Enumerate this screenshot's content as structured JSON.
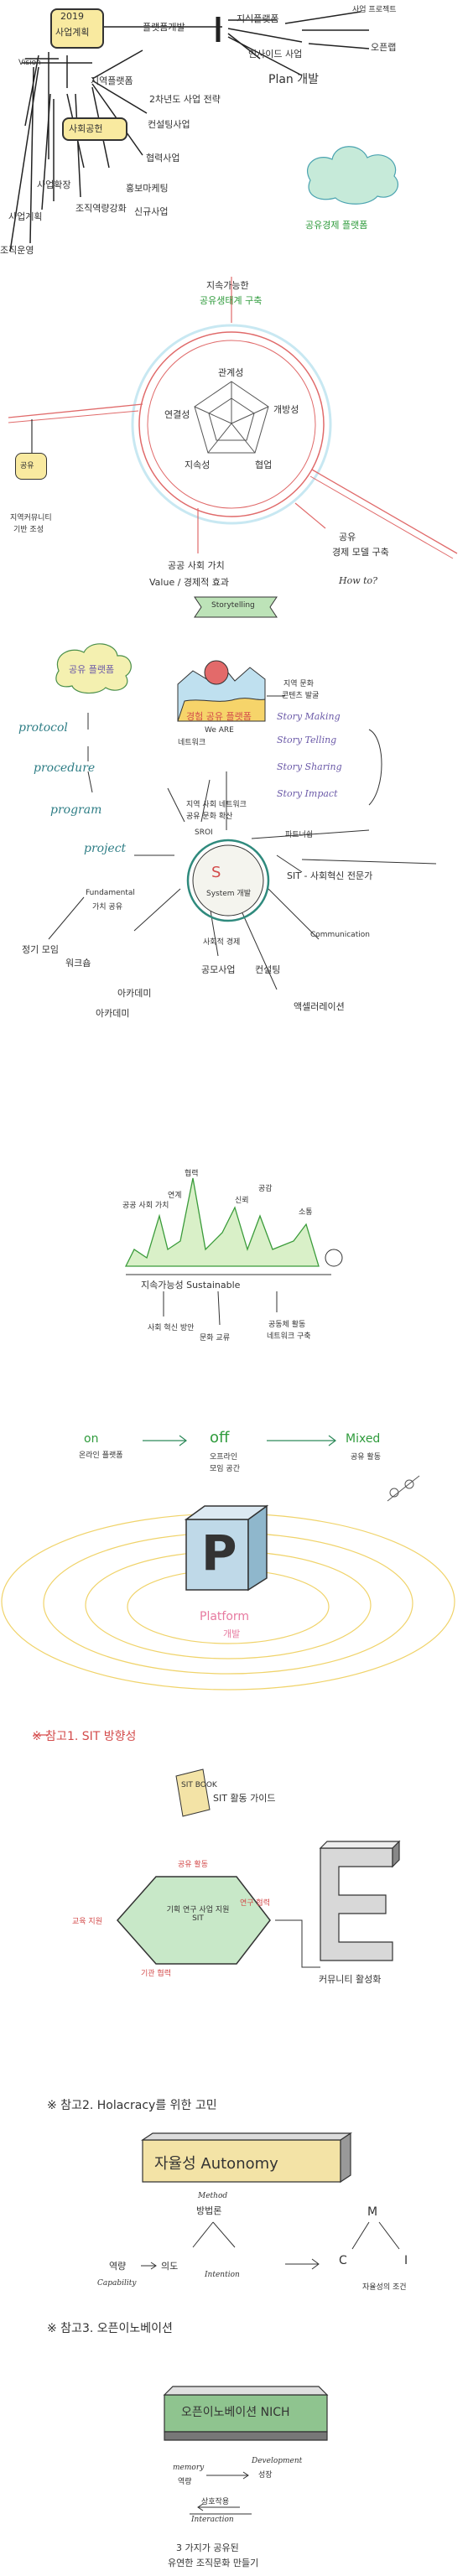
{
  "s1": {
    "center_year": "2019",
    "center_label": "사업계획",
    "right_node": "플랫폼개발",
    "right_items": [
      "지식플랫폼",
      "인사이드 사업",
      "Plan 개발"
    ],
    "far_right_top": "사업 프로젝트",
    "far_right_mid": "오픈랩",
    "left_top": "Vision",
    "left_side": [
      "사업계획",
      "조직운영"
    ],
    "branch_left": "지역플랫폼",
    "sub_node": "사회공헌",
    "sub_right": [
      "2차년도 사업 전략",
      "컨설팅사업",
      "협력사업",
      "홍보마케팅"
    ],
    "sub_bottom": [
      "사업확장",
      "조직역량강화",
      "신규사업"
    ],
    "cloud_caption": "공유경제 플랫폼"
  },
  "s2": {
    "top_note_1": "지속가능한",
    "top_note_2": "공유생태계 구축",
    "circle_labels": [
      "관계성",
      "개방성",
      "협업",
      "지속성",
      "연결성"
    ],
    "left_box": "공유",
    "left_caption_1": "지역커뮤니티",
    "left_caption_2": "기반 조성",
    "bottom_left_1": "공공 사회 가치",
    "bottom_left_2": "Value / 경제적 효과",
    "bottom_right_1": "공유",
    "bottom_right_2": "경제 모델 구축",
    "bottom_right_3": "How to?"
  },
  "s3": {
    "banner": "Storytelling",
    "cloud": "공유 플랫폼",
    "protocol": "protocol",
    "procedure": "procedure",
    "program": "program",
    "project": "project",
    "mountain_label": "경험 공유 플랫폼",
    "mountain_sub": "We ARE",
    "star_note": "네트워크",
    "right_notes": [
      "지역 문화",
      "콘텐츠 발굴"
    ],
    "story_items": [
      "Story Making",
      "Story Telling",
      "Story Sharing",
      "Story Impact"
    ],
    "top_center": "지역 사회 네트워크",
    "top_center_2": "공유 문화 확산",
    "srot": "SROI",
    "system_center": "System 개발",
    "sit": "SIT - 사회혁신 전문가",
    "right_diag": "파트너쉽",
    "communication": "Communication",
    "fundamental": "Fundamental",
    "fund_sub": "가치 공유",
    "left_small": [
      "정기 모임",
      "워크숍"
    ],
    "left_small_2": "아카데미",
    "bottom_items": [
      "사회적 경제",
      "공모사업",
      "컨설팅",
      "아카데미"
    ],
    "bottom_far": "액셀러레이션"
  },
  "s4": {
    "peaks": [
      "연계",
      "협력",
      "신뢰",
      "공감",
      "소통"
    ],
    "left_peak": "공공 사회 가치",
    "bar": "지속가능성 Sustainable",
    "under": [
      "사회 혁신 방안",
      "문화 교류",
      "공동체 활동"
    ],
    "under_right": "네트워크 구축"
  },
  "s5": {
    "on": "on",
    "off": "off",
    "mixed": "Mixed",
    "on_sub": "온라인 플랫폼",
    "off_sub_1": "오프라인",
    "off_sub_2": "모임 공간",
    "mixed_sub": "공유 활동",
    "platform": "Platform",
    "platform_sub": "개발",
    "p_letter": "P"
  },
  "s6": {
    "title": "※ 참고1. SIT 방향성",
    "book": "SIT BOOK",
    "book_note": "SIT 활동 가이드",
    "hex_center": "기획 연구 사업 지원 SIT",
    "hex_nodes": [
      "공유 활동",
      "교육 지원",
      "연구 협력",
      "기관 협력"
    ],
    "letter": "E",
    "under": "커뮤니티 활성화"
  },
  "s7": {
    "title": "※ 참고2. Holacracy를 위한 고민",
    "autonomy": "자율성 Autonomy",
    "method": "Method",
    "method_sub": "방법론",
    "left_word": "역량",
    "right_word": "의도",
    "capability": "Capability",
    "intention": "Intention",
    "right_m": "M",
    "right_c": "C",
    "right_i": "I",
    "right_note": "자율성의 조건"
  },
  "s8": {
    "title": "※ 참고3. 오픈이노베이션",
    "block": "오픈이노베이션 NICH",
    "memory": "memory",
    "memory_sub": "역량",
    "development": "Development",
    "dev_sub": "성장",
    "interaction": "Interaction",
    "interaction_sub": "상호작용",
    "bottom_1": "3 가지가 공유된",
    "bottom_2": "유연한 조직문화 만들기"
  }
}
